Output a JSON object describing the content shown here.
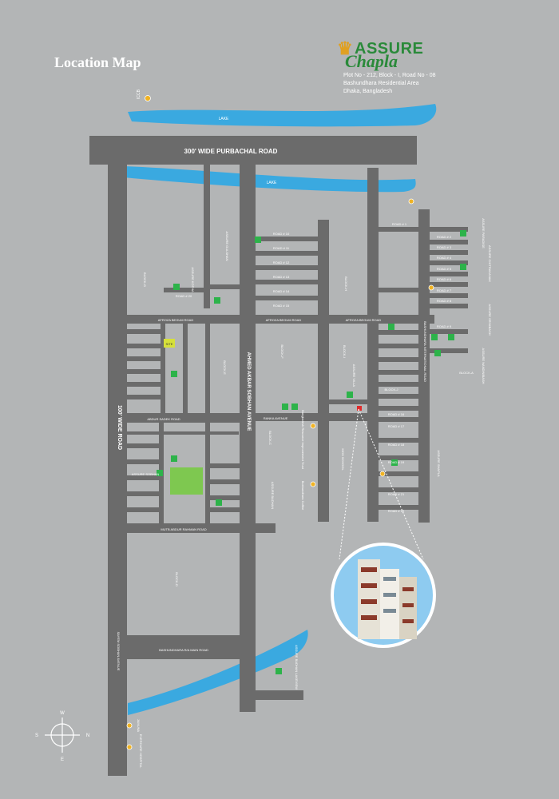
{
  "title": "Location Map",
  "brand": {
    "logo_word": "ASSURE",
    "logo_name": "Chapla",
    "address_lines": [
      "Plot No - 212, Block - I, Road No - 08",
      "Bashundhara Residential Area",
      "Dhaka, Bangladesh"
    ]
  },
  "colors": {
    "background": "#b3b5b6",
    "road": "#6b6b6b",
    "lake": "#3aa9e0",
    "project_marker": "#2db34a",
    "site_marker": "#e02a2a",
    "poi_marker": "#f0b323",
    "park": "#7ec850",
    "highlight": "#d6e03a"
  },
  "labels": {
    "purbachal_road": "300' WIDE PURBACHAL ROAD",
    "lake_top": "LAKE",
    "lake_mid": "LAKE",
    "wide_road": "100' WIDE ROAD",
    "ahmed_akbar": "AHMED AKBAR SOBHAN AVENUE",
    "afroza_begum_1": "AFROZA BEGUM ROAD",
    "afroza_begum_2": "AFROZA BEGUM ROAD",
    "afroza_begum_3": "AFROZA BEGUM ROAD",
    "abdur_sadek": "ABDUR SADEK ROAD",
    "ranka_avenue": "RANKA AVENUE",
    "mutb_abdur": "MUTB ABDUR RAHMAN ROAD",
    "bashundhara_main": "BASHUNDHARA R/A MAIN ROAD",
    "sayem_sobhan": "SAYEM SOBHAN AVENUE",
    "bashundhara_int": "BASHUNDHARA INTERNATIONAL ROAD",
    "icccb": "ICCB",
    "block_g": "BLOCK-G",
    "block_h": "BLOCK-H",
    "block_f": "BLOCK-F",
    "block_e": "BLOCK-E",
    "block_i": "BLOCK-I",
    "block_j": "BLOCK-J",
    "block_a": "BLOCK-A",
    "block_d": "BLOCK-D",
    "block_c": "BLOCK-C",
    "site_tag": "SITE",
    "compass_n": "N",
    "compass_s": "S",
    "compass_e": "E",
    "compass_w": "W",
    "road_10": "ROAD # 10",
    "road_11": "ROAD # 11",
    "road_12": "ROAD # 12",
    "road_13": "ROAD # 13",
    "road_14": "ROAD # 14",
    "road_15": "ROAD # 15",
    "road_20": "ROAD # 20",
    "road_1": "ROAD # 1",
    "road_2": "ROAD # 2",
    "road_3": "ROAD # 3",
    "road_4": "ROAD # 4",
    "road_5": "ROAD # 5",
    "road_6": "ROAD # 6",
    "road_7": "ROAD # 7",
    "road_8": "ROAD # 8",
    "road_9": "ROAD # 9",
    "road_16": "ROAD # 16",
    "road_17": "ROAD # 17",
    "road_18": "ROAD # 18",
    "road_19": "ROAD # 19",
    "road_21": "ROAD # 21",
    "road_22": "ROAD # 22",
    "assure_paradise": "ASSURE PARADISE",
    "assure_chitrakanak": "ASSURE CHITRAKANAK",
    "assure_srinibash": "ASSURE SRINIBASH",
    "assure_nandinibash": "ASSURE NANDINIBASH",
    "assure_villa": "ASSURE VILLA",
    "assure_shapla": "ASSURE SHAPLA",
    "assure_badhan": "ASSURE BADHAN",
    "assure_sobhan": "ASSURE SOBHAN",
    "assure_lakeview": "ASSURE BADHAN LAKEVIEW",
    "assure_kotha": "ASSURE KOTHA",
    "assure_gulshan": "ASSURE GULSHAN",
    "bd_resource": "Bangladesh Resource Improvement Trust",
    "boshundhara_coffee": "Boshundhara Coffee",
    "evercare": "EVERCARE HOSPITAL",
    "kids_school": "KIDS SCHOOL",
    "jamuna": "JAMUNA"
  }
}
